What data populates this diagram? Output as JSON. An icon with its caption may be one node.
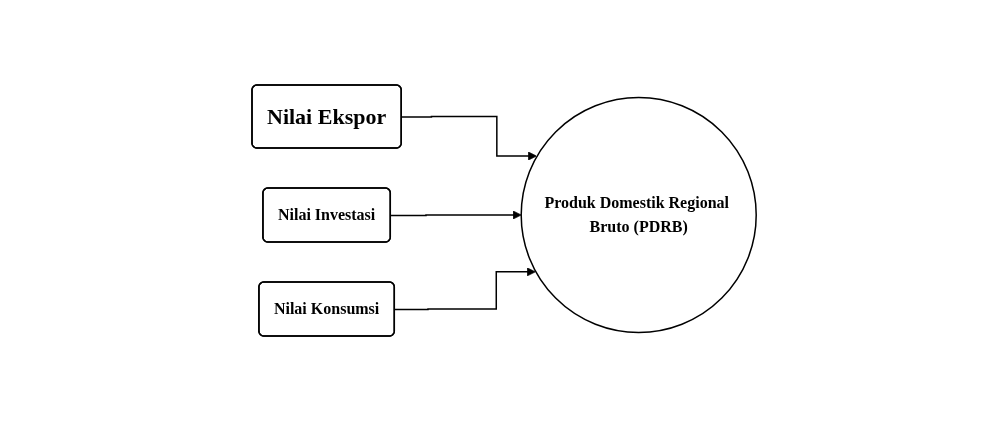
{
  "diagram": {
    "nodes": [
      {
        "text": [
          "Nilai Ekspor"
        ]
      },
      {
        "text": [
          "Nilai Investasi"
        ]
      },
      {
        "text": [
          "Nilai Konsumsi"
        ]
      },
      {
        "text": [
          "Produk Domestik Regional Bruto (PDRB)"
        ]
      }
    ],
    "edges": [
      {
        "from": 0,
        "to": 3,
        "arrow": "to"
      },
      {
        "from": 1,
        "to": 3,
        "arrow": "to"
      },
      {
        "from": 2,
        "to": 3,
        "arrow": "to"
      }
    ]
  }
}
